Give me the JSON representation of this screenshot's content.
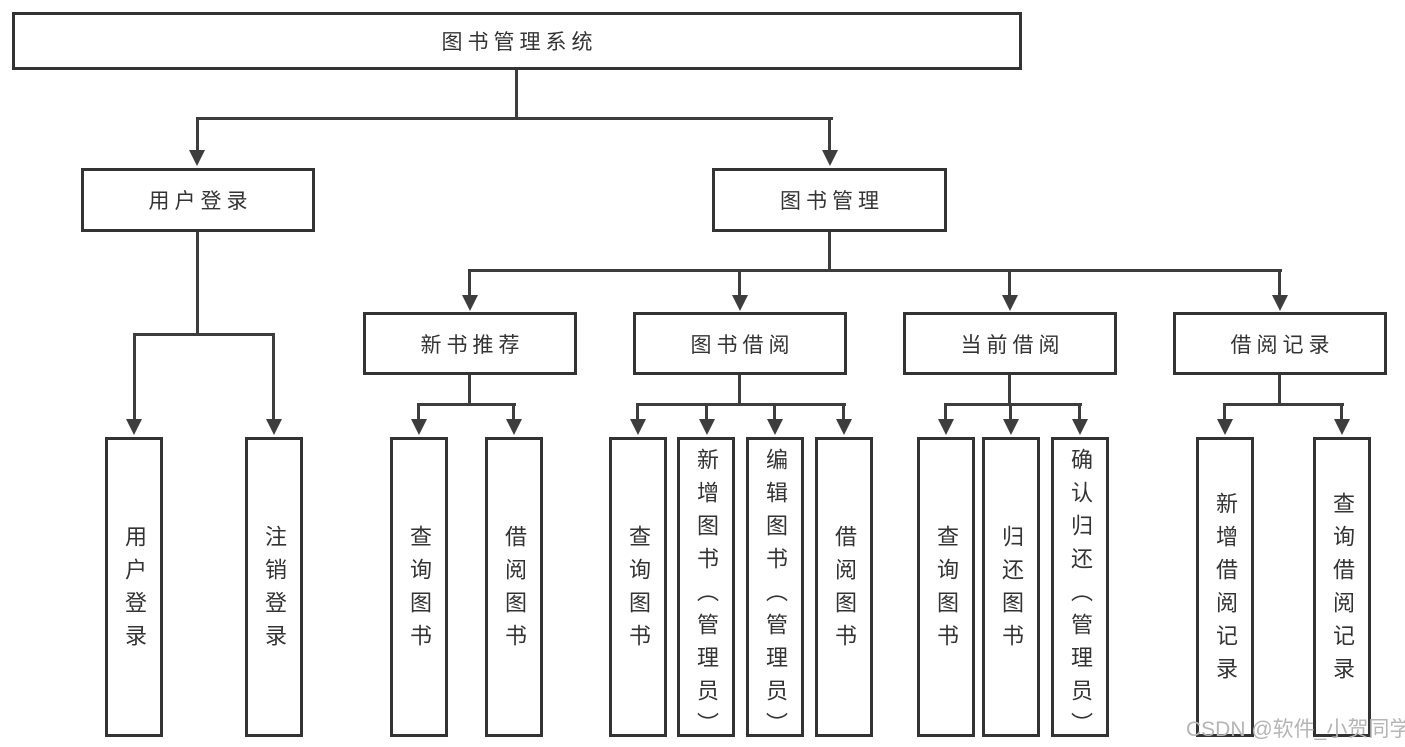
{
  "tree": {
    "root": {
      "label": "图书管理系统"
    },
    "branches": [
      {
        "label": "用户登录",
        "children": [
          {
            "label": "用户登录"
          },
          {
            "label": "注销登录"
          }
        ]
      },
      {
        "label": "图书管理",
        "children": [
          {
            "label": "新书推荐",
            "children": [
              {
                "label": "查询图书"
              },
              {
                "label": "借阅图书"
              }
            ]
          },
          {
            "label": "图书借阅",
            "children": [
              {
                "label": "查询图书"
              },
              {
                "label": "新增图书（管理员）"
              },
              {
                "label": "编辑图书（管理员）"
              },
              {
                "label": "借阅图书"
              }
            ]
          },
          {
            "label": "当前借阅",
            "children": [
              {
                "label": "查询图书"
              },
              {
                "label": "归还图书"
              },
              {
                "label": "确认归还（管理员）"
              }
            ]
          },
          {
            "label": "借阅记录",
            "children": [
              {
                "label": "新增借阅记录"
              },
              {
                "label": "查询借阅记录"
              }
            ]
          }
        ]
      }
    ]
  },
  "watermark": {
    "text": "CSDN @软件_小贺同学"
  },
  "colors": {
    "line": "#3d3d3d",
    "box_border": "#333333",
    "text": "#333333",
    "watermark": "#b5b5b5",
    "background": "#ffffff"
  }
}
